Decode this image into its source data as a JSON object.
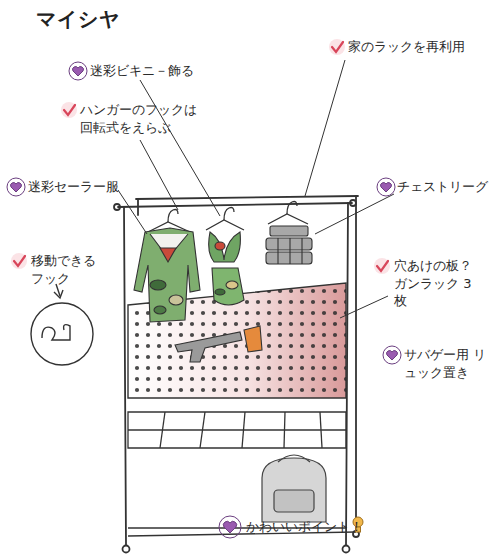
{
  "diagram": {
    "title": "マイシヤ",
    "labels": [
      "迷彩ビキニ－飾る",
      "家のラックを再利用",
      "ハンガーのフックは 回転式をえらぶ",
      "迷彩セーラー服",
      "チェストリーグ",
      "移動できる フック",
      "穴あけの板？ ガンラック 3枚",
      "サバゲー用 リュック置き"
    ],
    "legend": [
      {
        "text": "かわいいポイント！"
      }
    ]
  }
}
